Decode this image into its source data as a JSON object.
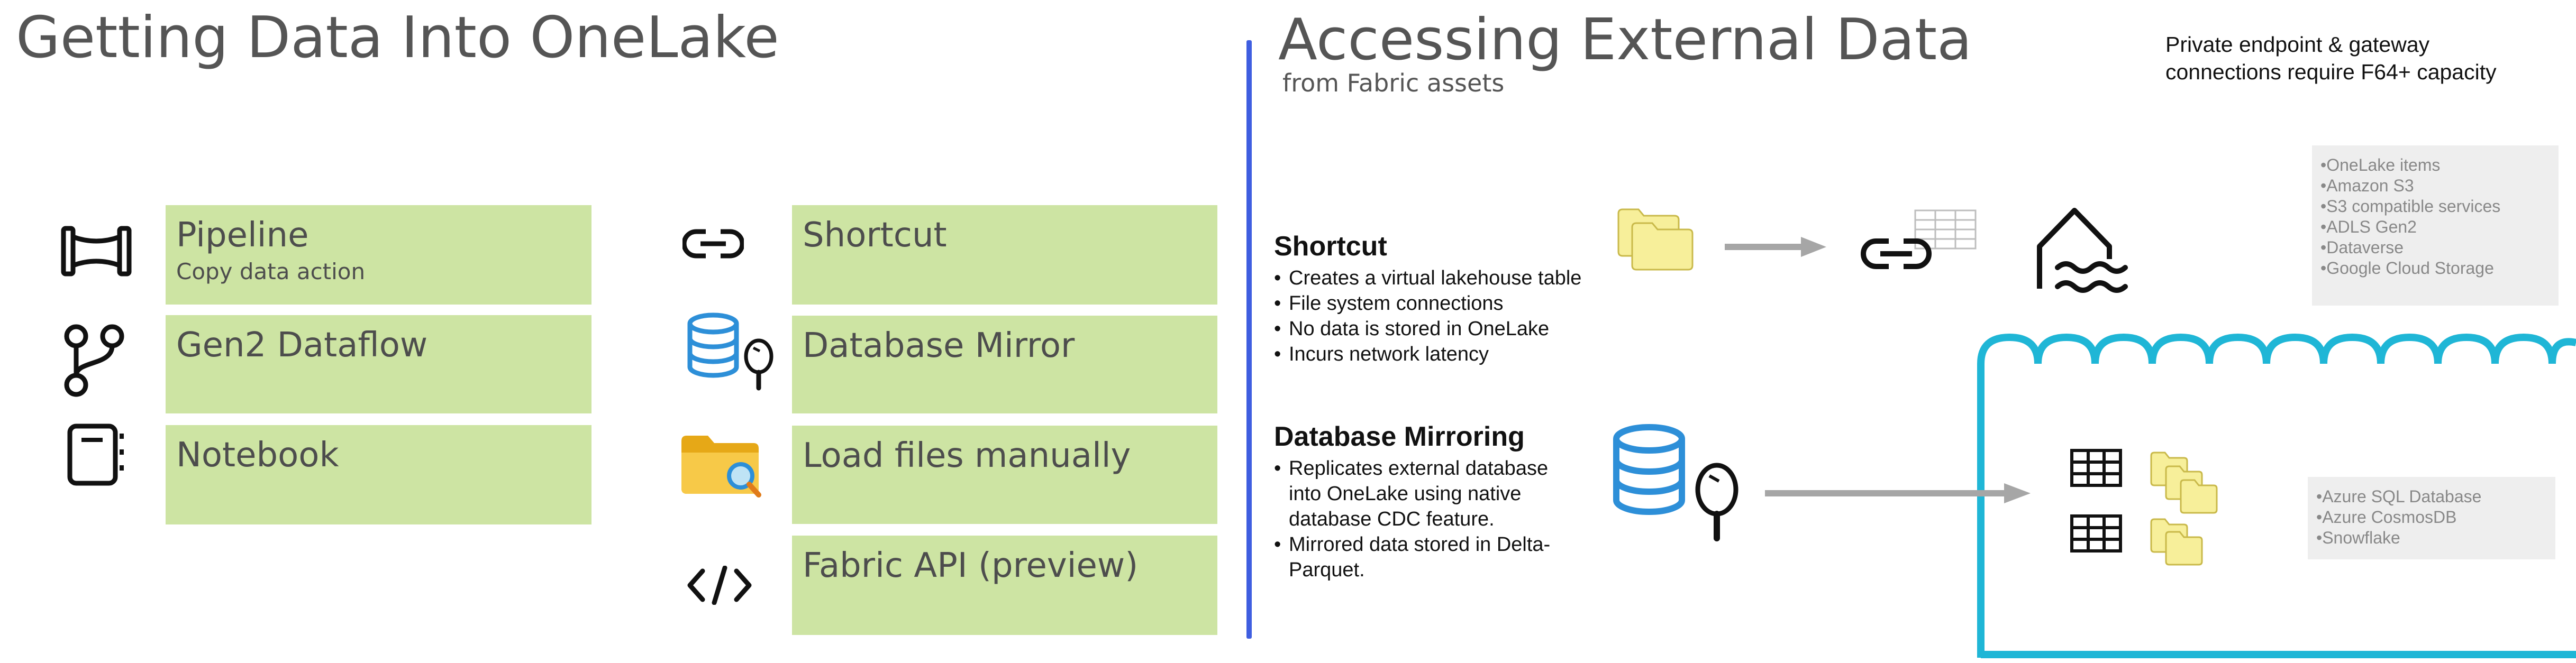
{
  "left": {
    "title": "Getting Data Into OneLake",
    "cards": [
      {
        "label": "Pipeline",
        "sub": "Copy data action",
        "icon": "pipeline-icon"
      },
      {
        "label": "Gen2 Dataflow",
        "icon": "dataflow-icon"
      },
      {
        "label": "Notebook",
        "icon": "notebook-icon"
      },
      {
        "label": "Shortcut",
        "icon": "link-icon"
      },
      {
        "label": "Database Mirror",
        "icon": "database-mirror-icon"
      },
      {
        "label": "Load files manually",
        "icon": "folder-search-icon"
      },
      {
        "label": "Fabric API (preview)",
        "icon": "code-icon"
      }
    ]
  },
  "right": {
    "title": "Accessing External Data",
    "subtitle": "from Fabric assets",
    "note": "Private endpoint & gateway connections require F64+ capacity",
    "shortcut": {
      "heading": "Shortcut",
      "bullets": [
        "Creates a virtual lakehouse table",
        "File system connections",
        "No data is stored in OneLake",
        "Incurs network latency"
      ]
    },
    "mirroring": {
      "heading": "Database Mirroring",
      "bullets": [
        "Replicates external database into OneLake using native database CDC feature.",
        "Mirrored data stored in Delta-Parquet."
      ]
    },
    "shortcut_sources": [
      "OneLake items",
      "Amazon S3",
      "S3 compatible services",
      "ADLS Gen2",
      "Dataverse",
      "Google Cloud Storage"
    ],
    "mirror_sources": [
      "Azure SQL Database",
      "Azure CosmosDB",
      "Snowflake"
    ]
  },
  "colors": {
    "card": "#cde4a3",
    "divider": "#3f5ee0",
    "lake": "#1fb6d6",
    "arrow": "#a6a6a6",
    "db": "#2d8fd8",
    "folder": "#f7ef9a"
  }
}
